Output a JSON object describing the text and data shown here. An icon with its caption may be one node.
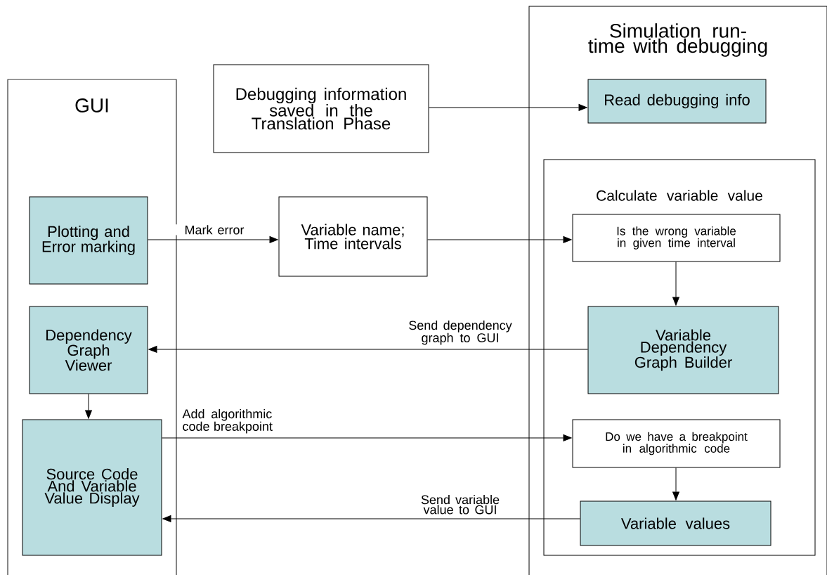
{
  "diagram": {
    "nodes": [
      {
        "text": [
          "GUI"
        ]
      },
      {
        "text": [
          "Simulation run-time with debugging"
        ]
      },
      {
        "text": [
          "Debugging information saved in the Translation Phase"
        ]
      },
      {
        "text": [
          "Read debugging info"
        ],
        "in": 1
      },
      {
        "text": [
          "Calculate variable value"
        ],
        "in": 1
      },
      {
        "text": [
          "Plotting and Error marking"
        ],
        "in": 0
      },
      {
        "text": [
          "Variable name; Time intervals"
        ]
      },
      {
        "text": [
          "Is the wrong variable in given time interval"
        ],
        "in": 4
      },
      {
        "text": [
          "Dependency Graph Viewer"
        ],
        "in": 0
      },
      {
        "text": [
          "Variable Dependency Graph Builder"
        ],
        "in": 4
      },
      {
        "text": [
          "Source Code And Variable Value Display"
        ],
        "in": 0
      },
      {
        "text": [
          "Do we have a breakpoint in algorithmic code"
        ],
        "in": 4
      },
      {
        "text": [
          "Variable values"
        ],
        "in": 4
      }
    ],
    "edges": [
      {
        "from": 2,
        "to": 3,
        "arrow": "to"
      },
      {
        "from": 5,
        "to": 6,
        "arrow": "to",
        "label": "Mark error"
      },
      {
        "from": 6,
        "to": 7,
        "arrow": "to"
      },
      {
        "from": 7,
        "to": 9,
        "arrow": "to"
      },
      {
        "from": 9,
        "to": 8,
        "arrow": "to",
        "label": "Send dependency graph to GUI"
      },
      {
        "from": 8,
        "to": 10,
        "arrow": "to"
      },
      {
        "from": 10,
        "to": 11,
        "arrow": "to",
        "label": "Add algorithmic code breakpoint"
      },
      {
        "from": 11,
        "to": 12,
        "arrow": "to"
      },
      {
        "from": 12,
        "to": 10,
        "arrow": "to",
        "label": "Send variable value to GUI"
      }
    ]
  }
}
